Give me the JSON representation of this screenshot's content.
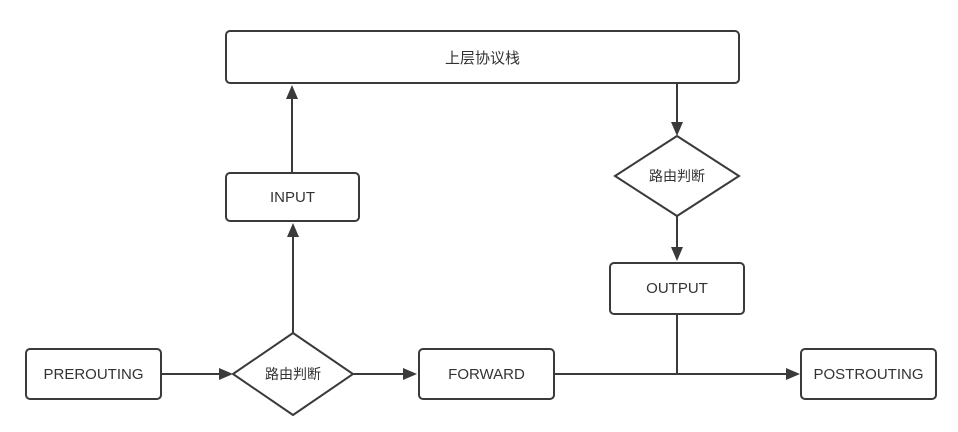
{
  "diagram": {
    "nodes": {
      "protocol_stack": {
        "label": "上层协议栈",
        "shape": "rect"
      },
      "input": {
        "label": "INPUT",
        "shape": "rect"
      },
      "routing_decision_top": {
        "label": "路由判断",
        "shape": "diamond"
      },
      "output": {
        "label": "OUTPUT",
        "shape": "rect"
      },
      "prerouting": {
        "label": "PREROUTING",
        "shape": "rect"
      },
      "routing_decision_bottom": {
        "label": "路由判断",
        "shape": "diamond"
      },
      "forward": {
        "label": "FORWARD",
        "shape": "rect"
      },
      "postrouting": {
        "label": "POSTROUTING",
        "shape": "rect"
      }
    },
    "edges": [
      {
        "from": "prerouting",
        "to": "routing_decision_bottom",
        "arrow": true
      },
      {
        "from": "routing_decision_bottom",
        "to": "input",
        "arrow": true
      },
      {
        "from": "routing_decision_bottom",
        "to": "forward",
        "arrow": true
      },
      {
        "from": "input",
        "to": "protocol_stack",
        "arrow": true
      },
      {
        "from": "protocol_stack",
        "to": "routing_decision_top",
        "arrow": true
      },
      {
        "from": "routing_decision_top",
        "to": "output",
        "arrow": true
      },
      {
        "from": "output",
        "to": "postrouting_line",
        "arrow": false
      },
      {
        "from": "forward",
        "to": "postrouting",
        "arrow": true
      }
    ],
    "colors": {
      "stroke": "#3a3a3a",
      "text": "#333333",
      "background": "#ffffff"
    }
  }
}
